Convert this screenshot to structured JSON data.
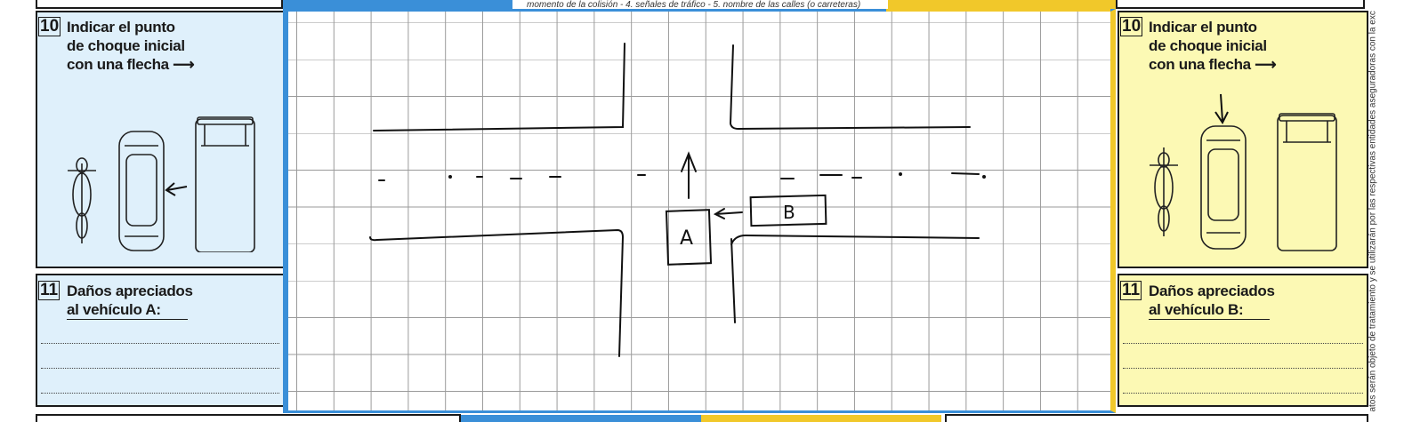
{
  "top_strip": {
    "text": "momento de la colisión - 4. señales de tráfico - 5. nombre de las calles (o carreteras)"
  },
  "panel_a": {
    "section10": {
      "number": "10",
      "line1": "Indicar el punto",
      "line2": "de choque inicial",
      "line3": "con una flecha",
      "arrow": "⟶"
    },
    "section11": {
      "number": "11",
      "line1": "Daños apreciados",
      "line2": "al vehículo A:"
    }
  },
  "panel_b": {
    "section10": {
      "number": "10",
      "line1": "Indicar el punto",
      "line2": "de choque inicial",
      "line3": "con una flecha",
      "arrow": "⟶"
    },
    "section11": {
      "number": "11",
      "line1": "Daños apreciados",
      "line2": "al vehículo B:"
    }
  },
  "sketch": {
    "vehicle_a_label": "A",
    "vehicle_b_label": "B"
  },
  "side_text": "atos serán objeto de tratamiento y se utilizarán por las respectivas entidades aseguradoras con la exc",
  "colors": {
    "vehicle_a": "#3a8fd8",
    "vehicle_b": "#f1c82a",
    "panel_a_bg": "#dff0fb",
    "panel_b_bg": "#fcf9b4"
  }
}
